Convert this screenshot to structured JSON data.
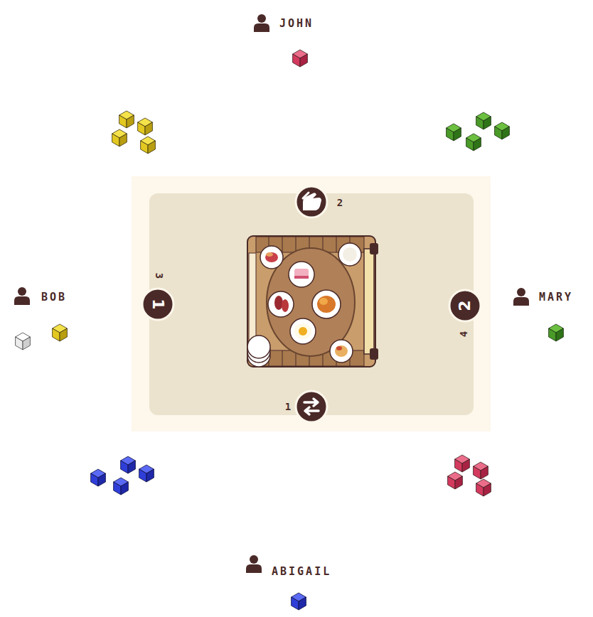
{
  "diagram": {
    "nodes": [
      {
        "text": [
          "1"
        ]
      },
      {
        "text": [
          "2"
        ]
      }
    ],
    "labels": [
      "JOHN",
      "2",
      "BOB",
      "3",
      "4",
      "MARY",
      "1",
      "ABIGAIL"
    ]
  }
}
